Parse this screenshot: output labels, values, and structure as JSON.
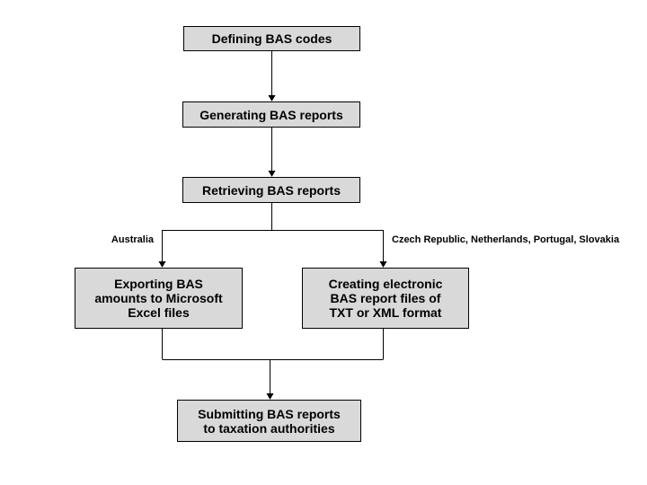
{
  "diagram": {
    "type": "flowchart",
    "nodes": [
      {
        "id": "defining-bas-codes",
        "label": "Defining BAS codes"
      },
      {
        "id": "generating-bas-reports",
        "label": "Generating BAS reports"
      },
      {
        "id": "retrieving-bas-reports",
        "label": "Retrieving BAS reports"
      },
      {
        "id": "exporting-bas-excel",
        "label": "Exporting BAS\namounts to Microsoft\nExcel files"
      },
      {
        "id": "creating-electronic-files",
        "label": "Creating electronic\nBAS report files of\nTXT or XML format"
      },
      {
        "id": "submitting-bas-reports",
        "label": "Submitting BAS reports\nto taxation authorities"
      }
    ],
    "edges": [
      {
        "from": "defining-bas-codes",
        "to": "generating-bas-reports",
        "label": ""
      },
      {
        "from": "generating-bas-reports",
        "to": "retrieving-bas-reports",
        "label": ""
      },
      {
        "from": "retrieving-bas-reports",
        "to": "exporting-bas-excel",
        "label": "Australia"
      },
      {
        "from": "retrieving-bas-reports",
        "to": "creating-electronic-files",
        "label": "Czech Republic, Netherlands, Portugal, Slovakia"
      },
      {
        "from": "exporting-bas-excel",
        "to": "submitting-bas-reports",
        "label": ""
      },
      {
        "from": "creating-electronic-files",
        "to": "submitting-bas-reports",
        "label": ""
      }
    ]
  },
  "colors": {
    "background": "#ffffff",
    "node_fill": "#d9d9d9",
    "node_border": "#000000",
    "connector": "#000000",
    "text": "#000000"
  }
}
